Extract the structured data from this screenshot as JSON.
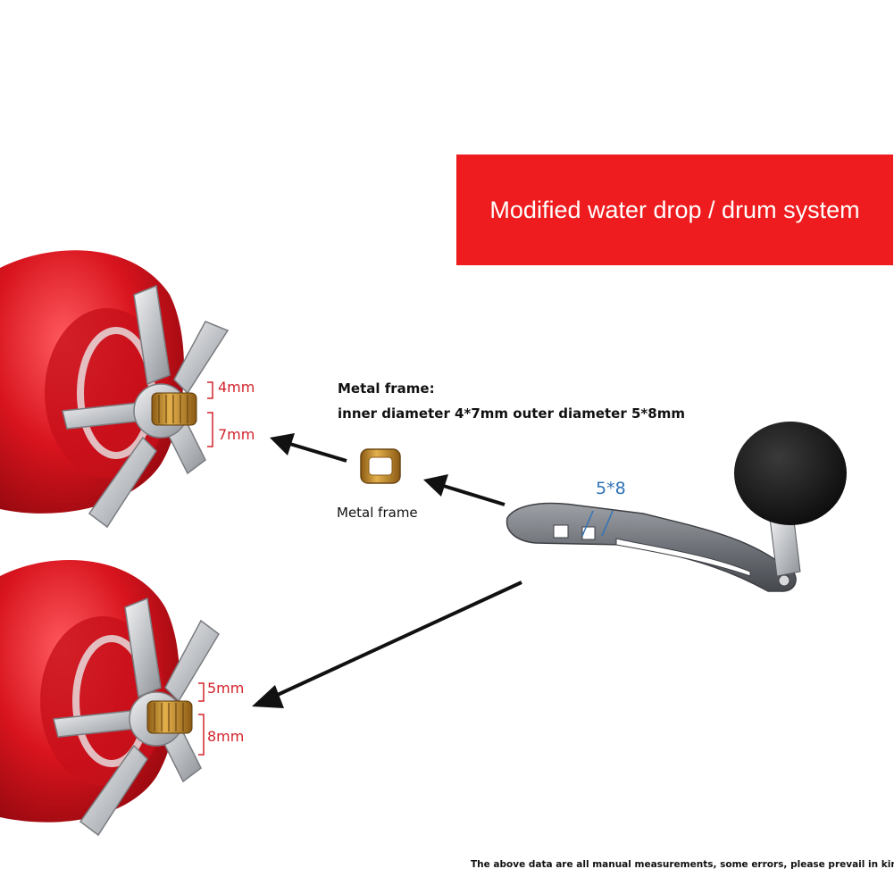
{
  "banner": {
    "title": "Modified water drop / drum system",
    "color": "#ee1c1e"
  },
  "metal_frame": {
    "heading": "Metal frame:",
    "spec": "inner diameter 4*7mm outer diameter 5*8mm",
    "caption": "Metal frame"
  },
  "reel_top": {
    "inner_label": "4mm",
    "outer_label": "7mm"
  },
  "reel_bottom": {
    "inner_label": "5mm",
    "outer_label": "8mm"
  },
  "handle": {
    "slot_label": "5*8"
  },
  "footnote": "The above data are all manual measurements, some errors, please prevail in kind",
  "colors": {
    "reel_red": "#d8141e",
    "label_red": "#d2232a",
    "label_blue": "#2f73b8",
    "metal_gray": "#7c7f85"
  }
}
